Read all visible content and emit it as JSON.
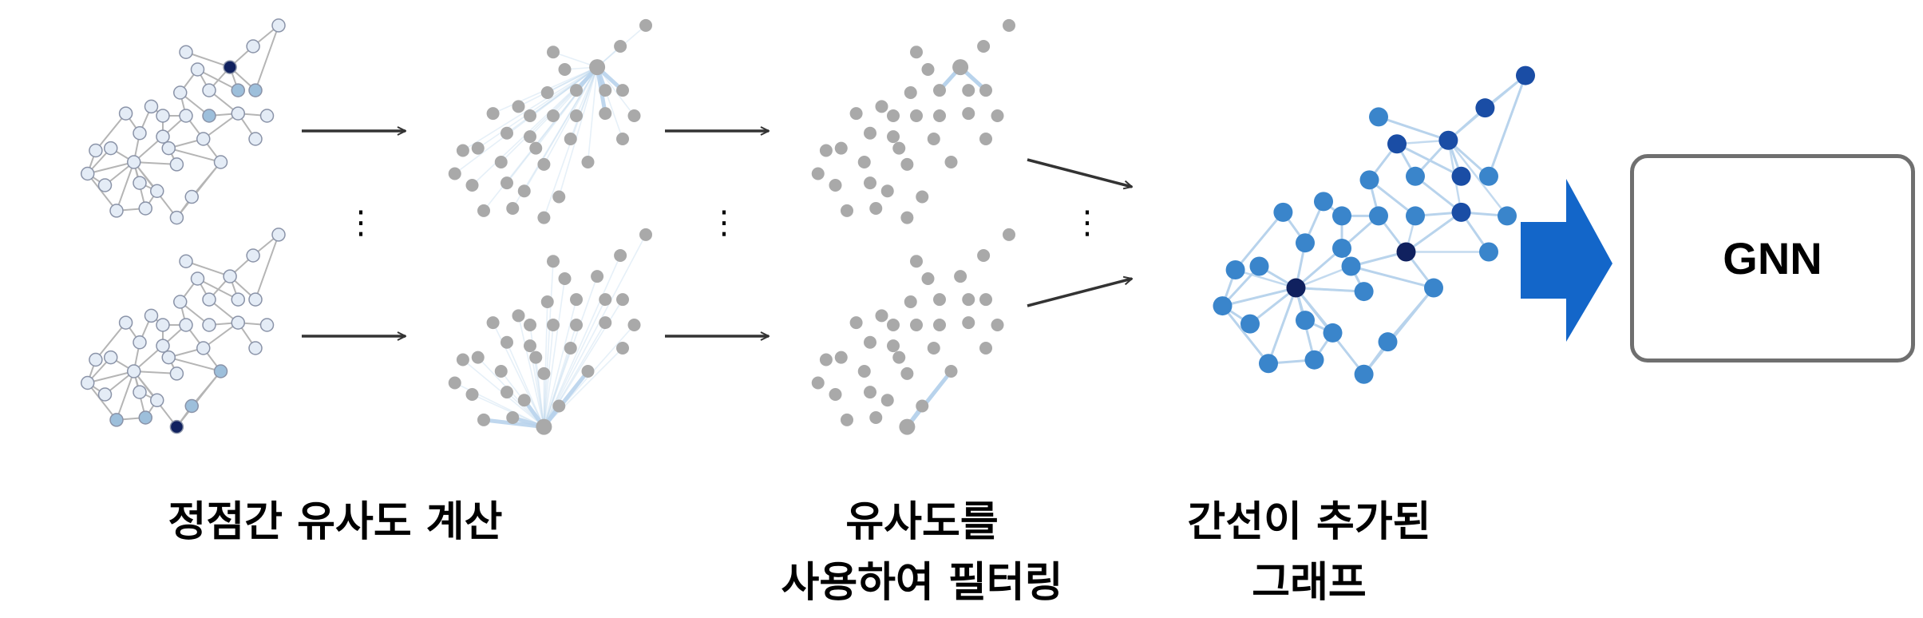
{
  "captions": {
    "step1": "정점간 유사도 계산",
    "step2_line1": "유사도를",
    "step2_line2": "사용하여 필터링",
    "step3_line1": "간선이 추가된",
    "step3_line2": "그래프"
  },
  "model_box": {
    "label": "GNN"
  },
  "ellipsis": "⋮",
  "colors": {
    "graph_edge": "#b5b5b5",
    "node_light": "#e4ecf6",
    "node_mid": "#9dbfdb",
    "node_dark": "#10215f",
    "gray_node": "#a9a9a9",
    "similarity_edge": "#b8d3ec",
    "final_node": "#3a85cb",
    "final_node_dark": "#1a4da5",
    "big_arrow": "#1366c9",
    "flow_arrow": "#333333",
    "box_border": "#6f6f6f"
  }
}
